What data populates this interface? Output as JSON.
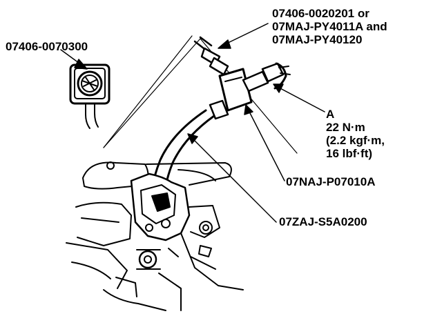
{
  "labels": {
    "gauge": "07406-0070300",
    "adapter_top": [
      "07406-0020201 or",
      "07MAJ-PY4011A and",
      "07MAJ-PY40120"
    ],
    "fitting_a": {
      "letter": "A",
      "torque": [
        "22 N·m",
        "(2.2 kgf·m,",
        "16 lbf·ft)"
      ]
    },
    "hose_adapter": "07NAJ-P07010A",
    "hose": "07ZAJ-S5A0200"
  },
  "colors": {
    "ink": "#000000",
    "paper": "#ffffff"
  },
  "icons": [
    "pressure-gauge-icon",
    "fitting-icon",
    "pump-assembly"
  ]
}
